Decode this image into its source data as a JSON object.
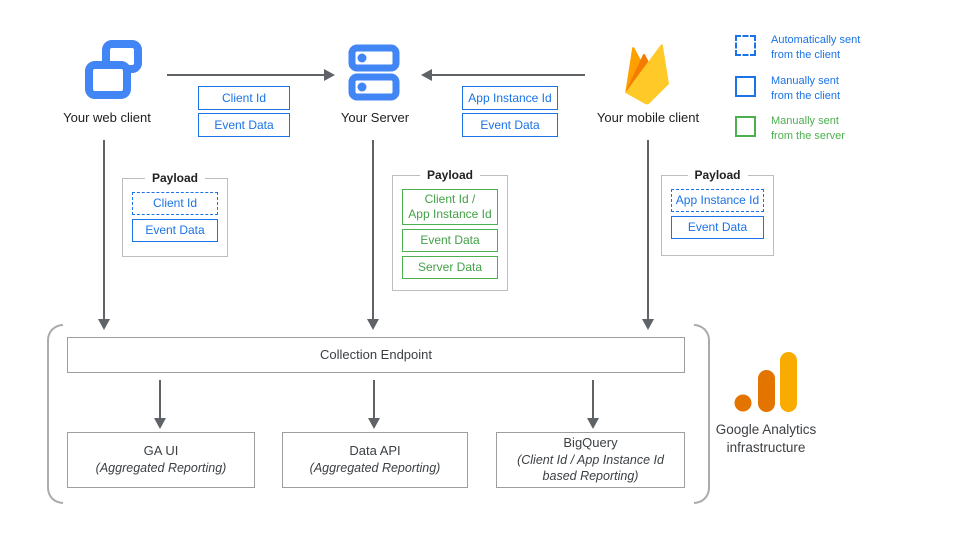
{
  "clients": {
    "web": {
      "label": "Your web client"
    },
    "server": {
      "label": "Your Server"
    },
    "mobile": {
      "label": "Your mobile client"
    }
  },
  "flows": {
    "web_to_server": {
      "params": [
        {
          "label": "Client Id"
        },
        {
          "label": "Event Data"
        }
      ]
    },
    "mobile_to_server": {
      "params": [
        {
          "label": "App Instance Id"
        },
        {
          "label": "Event Data"
        }
      ]
    }
  },
  "payloads": {
    "web": {
      "title": "Payload",
      "items": [
        {
          "label": "Client Id"
        },
        {
          "label": "Event Data"
        }
      ]
    },
    "server": {
      "title": "Payload",
      "items": [
        {
          "label": "Client Id /\nApp Instance Id"
        },
        {
          "label": "Event Data"
        },
        {
          "label": "Server Data"
        }
      ]
    },
    "mobile": {
      "title": "Payload",
      "items": [
        {
          "label": "App Instance Id"
        },
        {
          "label": "Event Data"
        }
      ]
    }
  },
  "legend": {
    "items": [
      {
        "label": "Automatically sent\nfrom the client"
      },
      {
        "label": "Manually sent\nfrom the client"
      },
      {
        "label": "Manually sent\nfrom the server"
      }
    ]
  },
  "infrastructure": {
    "endpoint": {
      "label": "Collection Endpoint"
    },
    "outputs": [
      {
        "title": "GA UI",
        "subtitle": "(Aggregated Reporting)"
      },
      {
        "title": "Data API",
        "subtitle": "(Aggregated Reporting)"
      },
      {
        "title": "BigQuery",
        "subtitle": "(Client Id / App Instance Id\nbased Reporting)"
      }
    ],
    "label": "Google Analytics\ninfrastructure"
  },
  "colors": {
    "blue": "#1a73e8",
    "icon_blue": "#4285f4",
    "green": "#4caf50",
    "arrow_gray": "#5f6368",
    "firebase_amber": "#ffa000",
    "firebase_orange": "#f57c00",
    "firebase_yellow": "#ffca28",
    "ga_orange": "#e37400",
    "ga_amber": "#f9ab00"
  }
}
